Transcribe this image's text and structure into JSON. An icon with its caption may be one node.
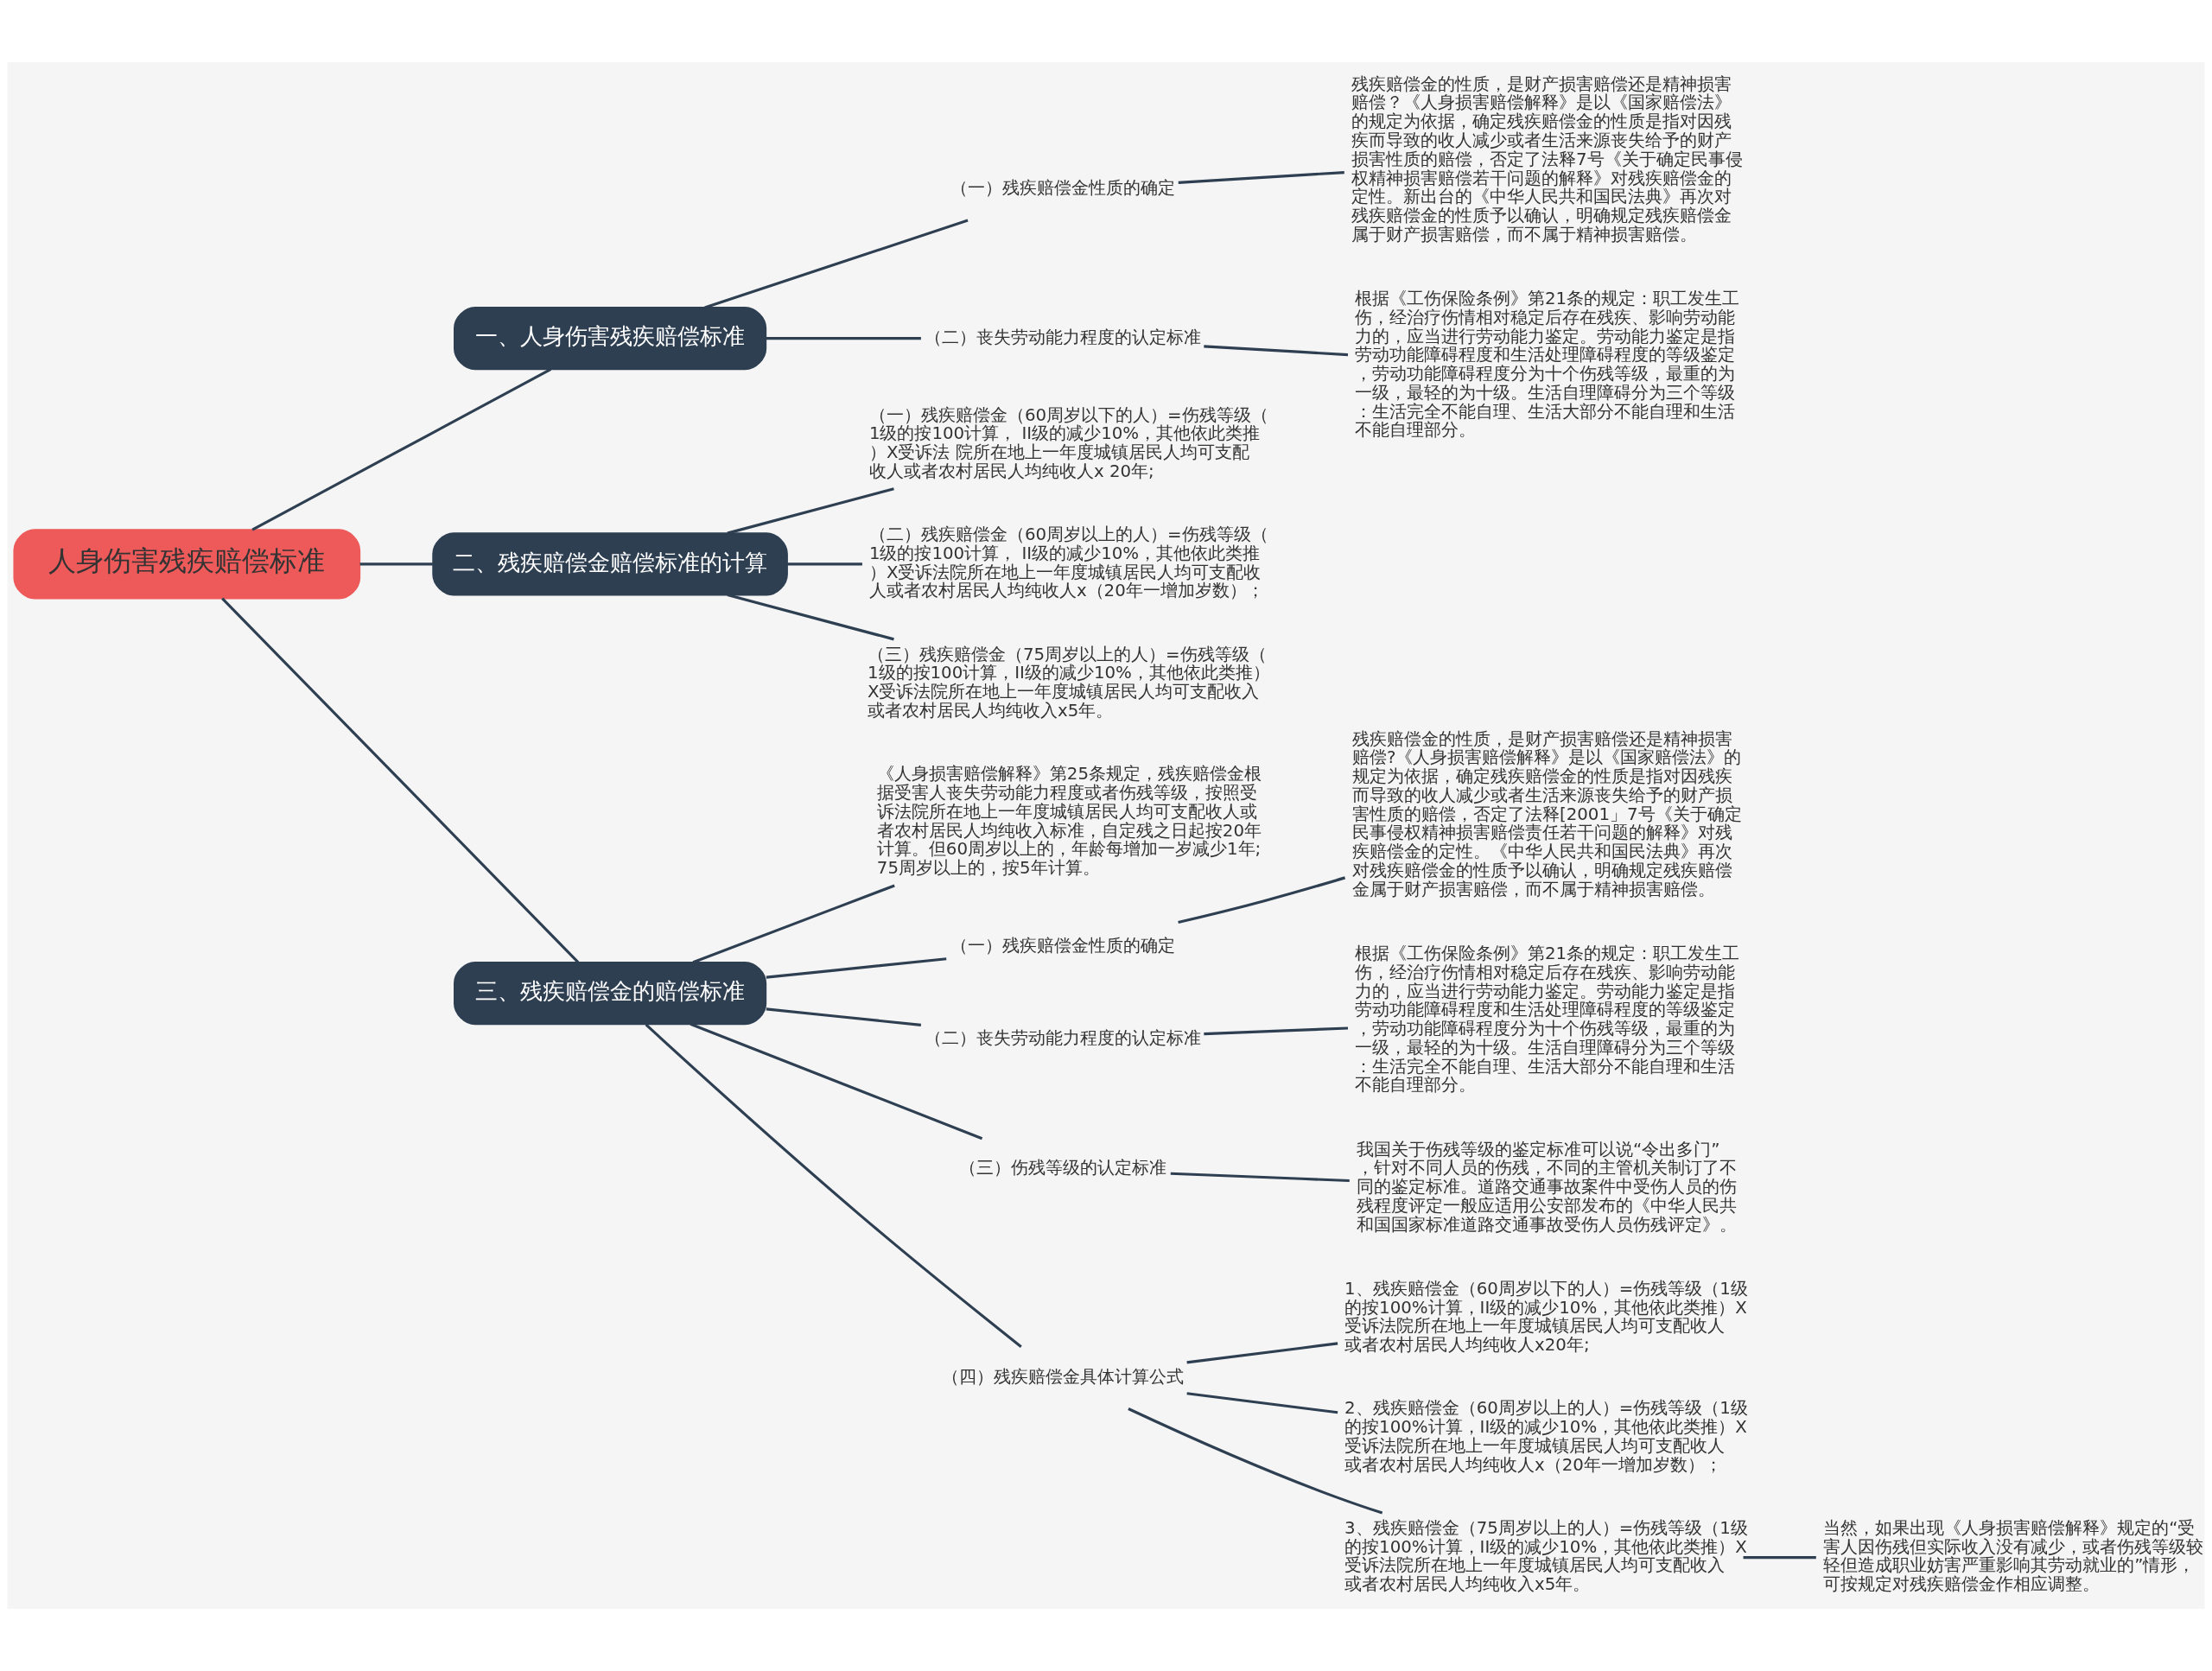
{
  "diagram": {
    "nodes": [
      {
        "text": [
          "人身伤害残疾赔偿标准"
        ]
      },
      {
        "text": [
          "一、人身伤害残疾赔偿标准"
        ]
      },
      {
        "text": [
          "（一）残疾赔偿金性质的确定"
        ]
      },
      {
        "text": [
          "残疾赔偿金的性质，是财产损害赔偿还是精神损害赔偿？《人身损害赔偿解释》是以《国家赔偿法》的规定为依据，确定残疾赔偿金的性质是指对因残疾而导致的收人减少或者生活来源丧失给予的财产损害性质的赔偿，否定了法释7号《关于确定民事侵权精神损害赔偿若干问题的解释》对残疾赔偿金的定性。新出台的《中华人民共和国民法典》再次对残疾赔偿金的性质予以确认，明确规定残疾赔偿金属于财产损害赔偿，而不属于精神损害赔偿。"
        ]
      },
      {
        "text": [
          "（二）丧失劳动能力程度的认定标准"
        ]
      },
      {
        "text": [
          "根据《工伤保险条例》第21条的规定：职工发生工伤，经治疗伤情相对稳定后存在残疾、影响劳动能力的，应当进行劳动能力鉴定。劳动能力鉴定是指劳动功能障碍程度和生活处理障碍程度的等级鉴定，劳动功能障碍程度分为十个伤残等级，最重的为一级，最轻的为十级。生活自理障碍分为三个等级：生活完全不能自理、生活大部分不能自理和生活不能自理部分。"
        ]
      },
      {
        "text": [
          "二、残疾赔偿金赔偿标准的计算"
        ]
      },
      {
        "text": [
          "（一）残疾赔偿金（60周岁以下的人）=伤残等级（1级的按100计算， II级的减少10%，其他依此类推）X受诉法 院所在地上一年度城镇居民人均可支配收人或者农村居民人均纯收人x 20年;"
        ]
      },
      {
        "text": [
          "（二）残疾赔偿金（60周岁以上的人）=伤残等级（1级的按100计算， II级的减少10%，其他依此类推）X受诉法院所在地上一年度城镇居民人均可支配收人或者农村居民人均纯收人x（20年一增加岁数）；"
        ]
      },
      {
        "text": [
          "（三）残疾赔偿金（75周岁以上的人）=伤残等级（1级的按100计算，II级的减少10%，其他依此类推）X受诉法院所在地上一年度城镇居民人均可支配收入或者农村居民人均纯收入x5年。"
        ]
      },
      {
        "text": [
          "三、残疾赔偿金的赔偿标准"
        ]
      },
      {
        "text": [
          "《人身损害赔偿解释》第25条规定，残疾赔偿金根据受害人丧失劳动能力程度或者伤残等级，按照受诉法院所在地上一年度城镇居民人均可支配收人或者农村居民人均纯收入标准，自定残之日起按20年计算。但60周岁以上的，年龄每增加一岁减少1年;75周岁以上的，按5年计算。"
        ]
      },
      {
        "text": [
          "（一）残疾赔偿金性质的确定"
        ]
      },
      {
        "text": [
          "残疾赔偿金的性质，是财产损害赔偿还是精神损害赔偿?《人身损害赔偿解释》是以《国家赔偿法》的规定为依据，确定残疾赔偿金的性质是指对因残疾而导致的收人减少或者生活来源丧失给予的财产损害性质的赔偿，否定了法释[2001」7号《关于确定民事侵权精神损害赔偿责任若干问题的解释》对残疾赔偿金的定性。《中华人民共和国民法典》再次对残疾赔偿金的性质予以确认，明确规定残疾赔偿金属于财产损害赔偿，而不属于精神损害赔偿。"
        ]
      },
      {
        "text": [
          "（二）丧失劳动能力程度的认定标准"
        ]
      },
      {
        "text": [
          "根据《工伤保险条例》第21条的规定：职工发生工伤，经治疗伤情相对稳定后存在残疾、影响劳动能力的，应当进行劳动能力鉴定。劳动能力鉴定是指劳动功能障碍程度和生活处理障碍程度的等级鉴定，劳动功能障碍程度分为十个伤残等级，最重的为一级，最轻的为十级。生活自理障碍分为三个等级：生活完全不能自理、生活大部分不能自理和生活不能自理部分。"
        ]
      },
      {
        "text": [
          "（三）伤残等级的认定标准"
        ]
      },
      {
        "text": [
          "我国关于伤残等级的鉴定标准可以说“令出多门”，针对不同人员的伤残，不同的主管机关制订了不同的鉴定标准。道路交通事故案件中受伤人员的伤残程度评定一般应适用公安部发布的《中华人民共和国国家标准道路交通事故受伤人员伤残评定》。"
        ]
      },
      {
        "text": [
          "（四）残疾赔偿金具体计算公式"
        ]
      },
      {
        "text": [
          "1、残疾赔偿金（60周岁以下的人）=伤残等级（1级的按100%计算，II级的减少10%，其他依此类推）X受诉法院所在地上一年度城镇居民人均可支配收人或者农村居民人均纯收人x20年;"
        ]
      },
      {
        "text": [
          "2、残疾赔偿金（60周岁以上的人）=伤残等级（1级的按100%计算，II级的减少10%，其他依此类推）X受诉法院所在地上一年度城镇居民人均可支配收人或者农村居民人均纯收人x（20年一增加岁数）；"
        ]
      },
      {
        "text": [
          "3、残疾赔偿金（75周岁以上的人）=伤残等级（1级的按100%计算，II级的减少10%，其他依此类推）X受诉法院所在地上一年度城镇居民人均可支配收入或者农村居民人均纯收入x5年。"
        ]
      },
      {
        "text": [
          "当然，如果出现《人身损害赔偿解释》规定的“受害人因伤残但实际收入没有减少，或者伤残等级较轻但造成职业妨害严重影响其劳动就业的”情形，可按规定对残疾赔偿金作相应调整。"
        ]
      }
    ],
    "edges": [
      {
        "from": 0,
        "to": 1,
        "arrow": "none"
      },
      {
        "from": 1,
        "to": 2,
        "arrow": "none"
      },
      {
        "from": 2,
        "to": 3,
        "arrow": "none"
      },
      {
        "from": 1,
        "to": 4,
        "arrow": "none"
      },
      {
        "from": 4,
        "to": 5,
        "arrow": "none"
      },
      {
        "from": 0,
        "to": 6,
        "arrow": "none"
      },
      {
        "from": 6,
        "to": 7,
        "arrow": "none"
      },
      {
        "from": 6,
        "to": 8,
        "arrow": "none"
      },
      {
        "from": 6,
        "to": 9,
        "arrow": "none"
      },
      {
        "from": 0,
        "to": 10,
        "arrow": "none"
      },
      {
        "from": 10,
        "to": 11,
        "arrow": "none"
      },
      {
        "from": 10,
        "to": 12,
        "arrow": "none"
      },
      {
        "from": 12,
        "to": 13,
        "arrow": "none"
      },
      {
        "from": 10,
        "to": 14,
        "arrow": "none"
      },
      {
        "from": 14,
        "to": 15,
        "arrow": "none"
      },
      {
        "from": 10,
        "to": 16,
        "arrow": "none"
      },
      {
        "from": 16,
        "to": 17,
        "arrow": "none"
      },
      {
        "from": 10,
        "to": 18,
        "arrow": "none"
      },
      {
        "from": 18,
        "to": 19,
        "arrow": "none"
      },
      {
        "from": 18,
        "to": 20,
        "arrow": "none"
      },
      {
        "from": 18,
        "to": 21,
        "arrow": "none"
      },
      {
        "from": 21,
        "to": 22,
        "arrow": "none"
      }
    ]
  }
}
